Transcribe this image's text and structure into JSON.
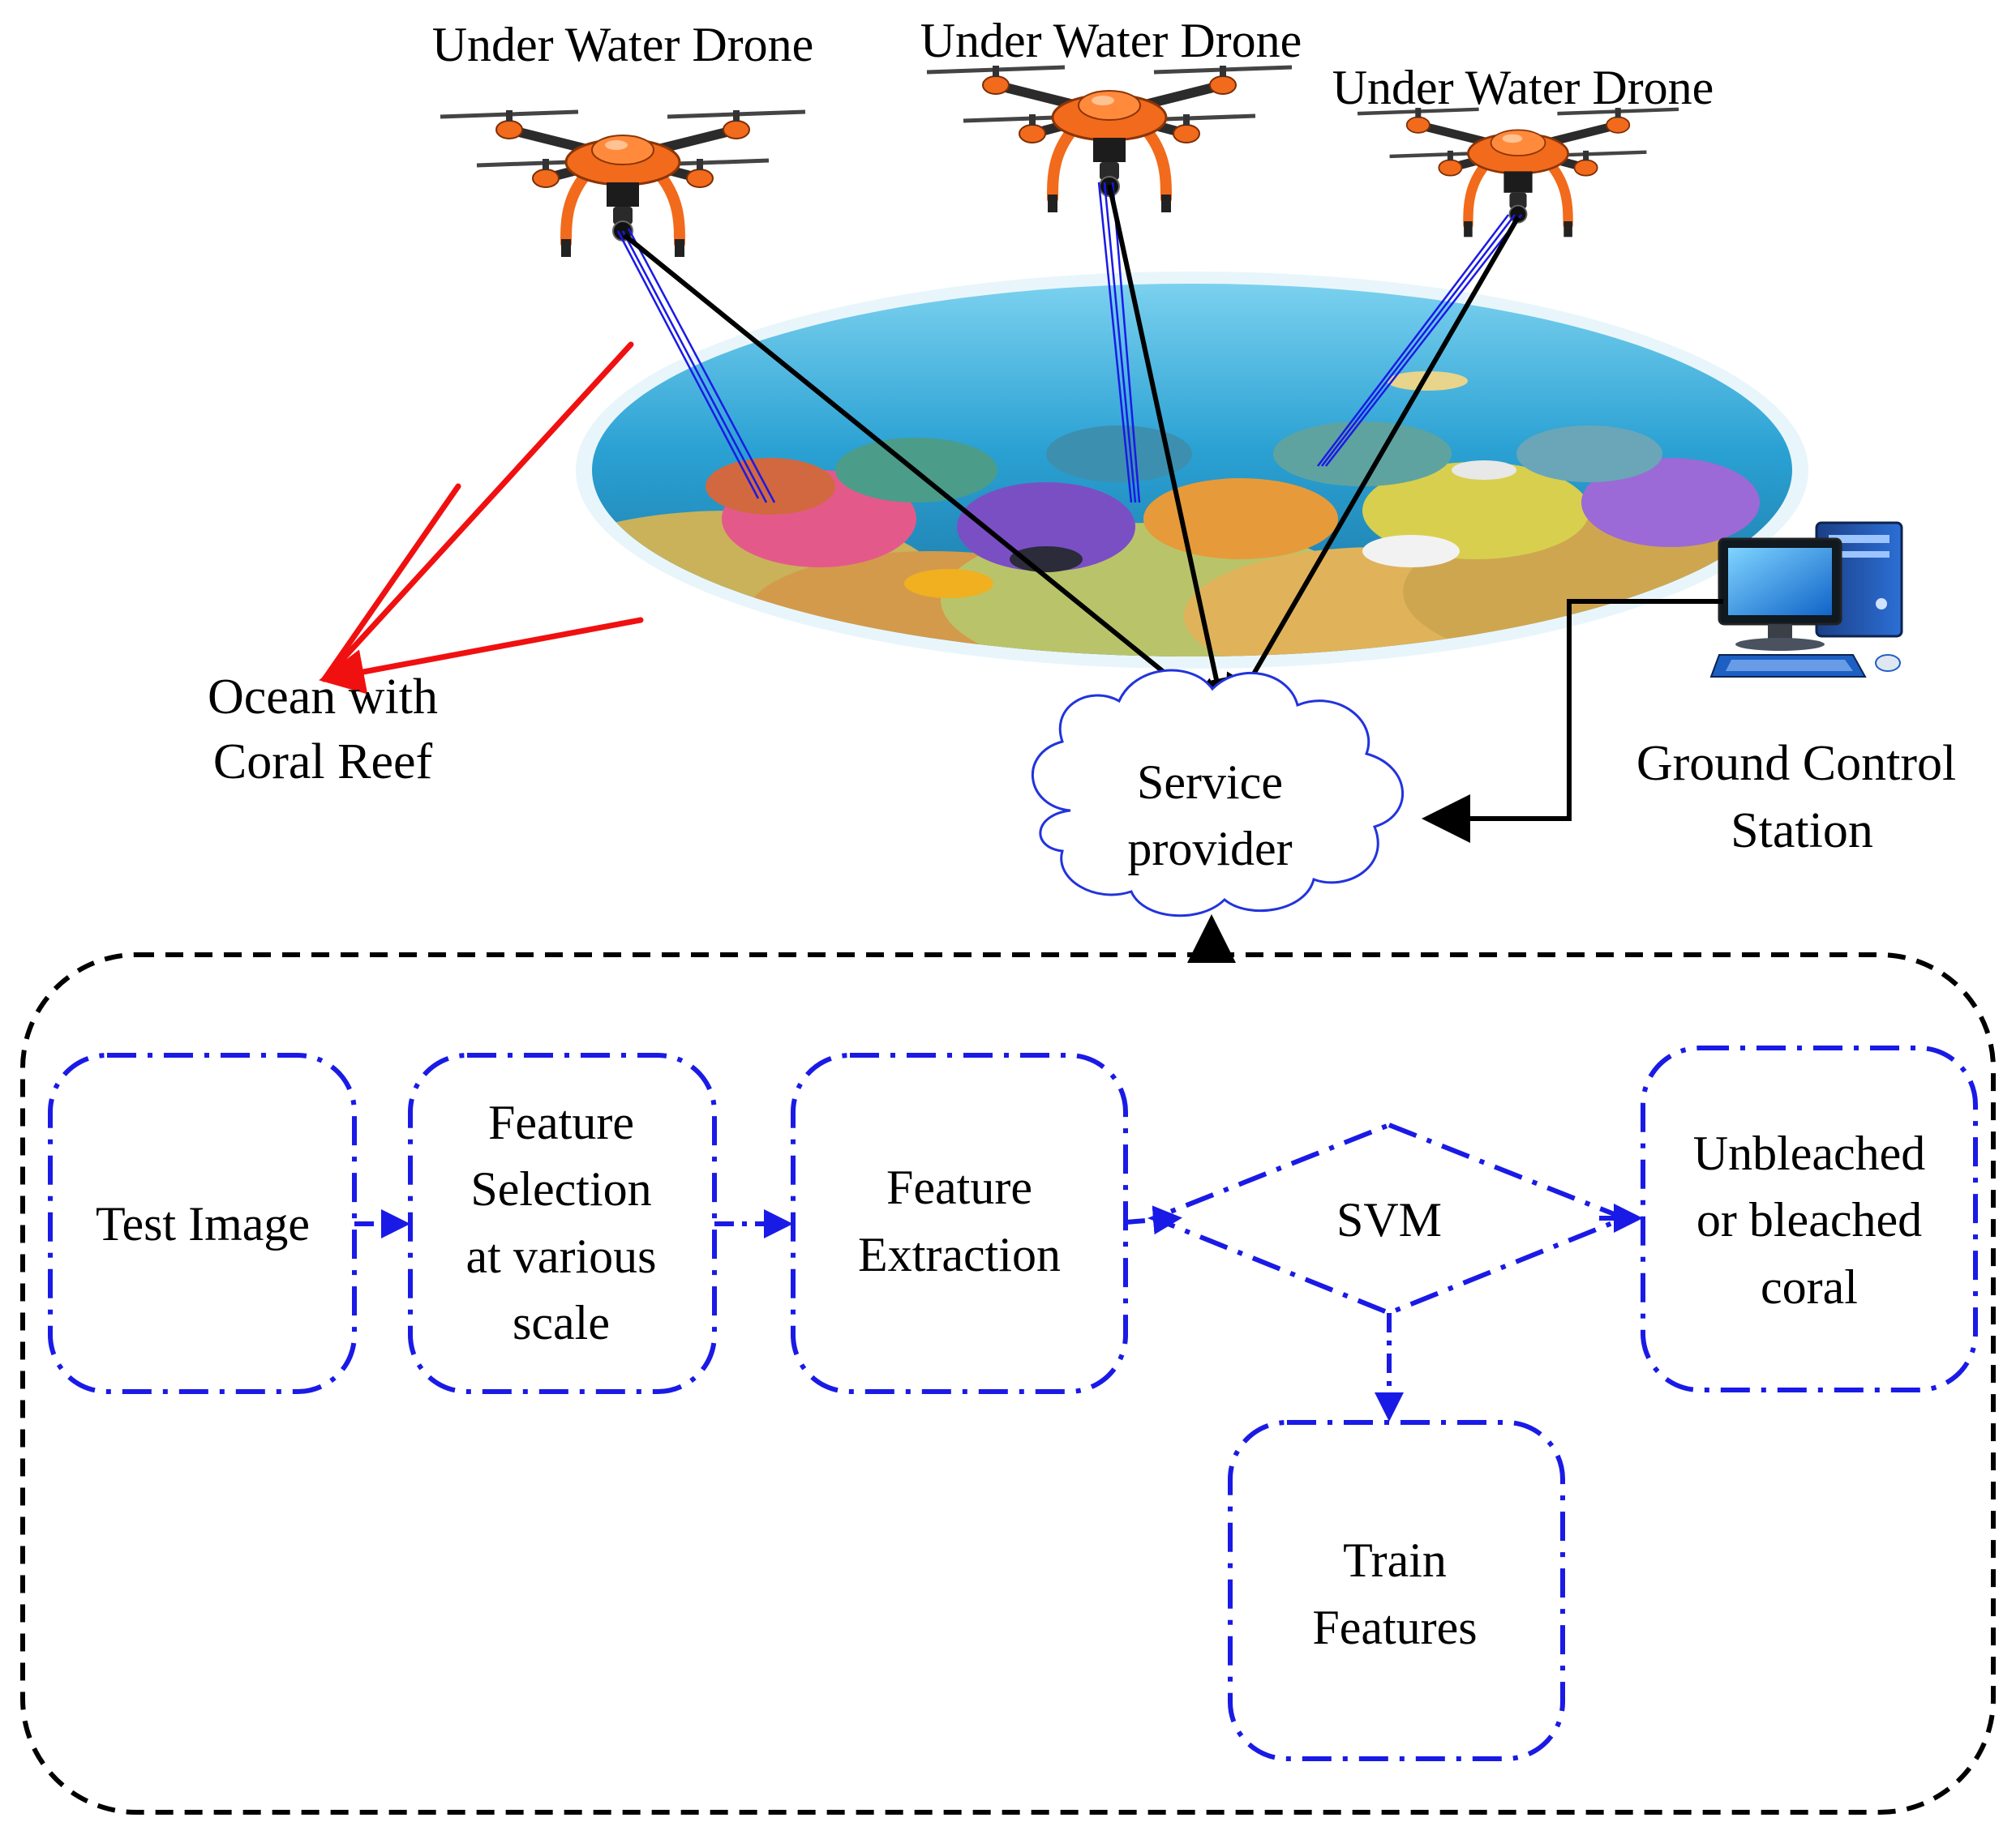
{
  "labels": {
    "drone_1": "Under Water Drone",
    "drone_2": "Under Water Drone",
    "drone_3": "Under Water Drone",
    "ocean": [
      "Ocean with",
      "Coral Reef"
    ],
    "service_provider": [
      "Service",
      "provider"
    ],
    "ground_control": [
      "Ground Control",
      "Station"
    ]
  },
  "pipeline": {
    "test_image": [
      "Test Image"
    ],
    "feature_selection": [
      "Feature",
      "Selection",
      "at various",
      "scale"
    ],
    "feature_extraction": [
      "Feature",
      "Extraction"
    ],
    "svm": [
      "SVM"
    ],
    "result": [
      "Unbleached",
      "or bleached",
      "coral"
    ],
    "train_features": [
      "Train",
      "Features"
    ]
  },
  "colors": {
    "drone_body": "#f26a1b",
    "drone_arm": "#2b2b2b",
    "pipeline_blue": "#1a1ae6",
    "link_black": "#000000",
    "ocean_pointer_red": "#f01010",
    "cloud_outline": "#2233dd",
    "reef_water": "#2fa7d6"
  },
  "icons": [
    "drone-icon",
    "coral-reef-image",
    "computer-icon",
    "cloud-shape"
  ]
}
